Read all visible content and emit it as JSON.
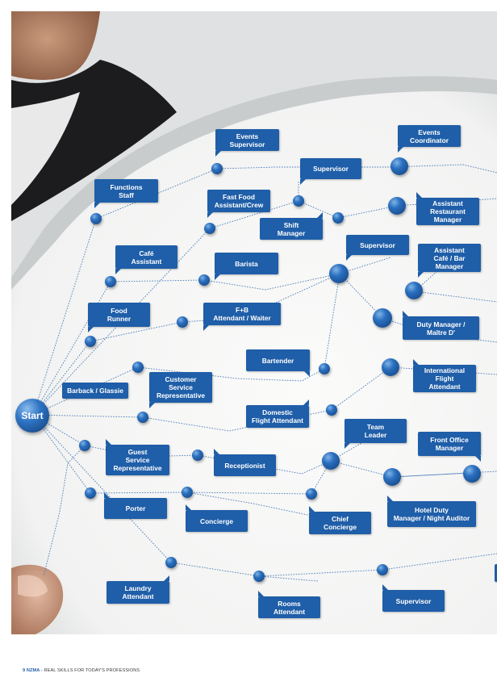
{
  "start_label": "Start",
  "footer": {
    "brand": "9 NZMA -",
    "tagline": " REAL SKILLS FOR TODAY'S PROFESSIONS"
  },
  "colors": {
    "accent": "#1f5ea8",
    "plate": "#f4f5f4",
    "line": "#4a79b8"
  },
  "roles": {
    "events_supervisor": "Events\nSupervisor",
    "events_coordinator": "Events\nCoordinator",
    "functions_staff": "Functions\nStaff",
    "supervisor_top": "Supervisor",
    "fast_food": "Fast Food\nAssistant/Crew",
    "asst_restaurant_manager": "Assistant\nRestaurant\nManager",
    "shift_manager": "Shift\nManager",
    "cafe_assistant": "Café\nAssistant",
    "barista": "Barista",
    "supervisor_mid": "Supervisor",
    "asst_cafe_bar_manager": "Assistant\nCafé / Bar\nManager",
    "food_runner": "Food\nRunner",
    "fb_attendant": "F+B\nAttendant / Waiter",
    "duty_manager": "Duty Manager /\nMaître D'",
    "bartender": "Bartender",
    "international_fa": "International\nFlight\nAttendant",
    "barback": "Barback / Glassie",
    "customer_service_rep": "Customer\nService\nRepresentative",
    "domestic_fa": "Domestic\nFlight Attendant",
    "team_leader": "Team\nLeader",
    "front_office_manager": "Front Office\nManager",
    "guest_service_rep": "Guest\nService\nRepresentative",
    "receptionist": "Receptionist",
    "porter": "Porter",
    "concierge": "Concierge",
    "chief_concierge": "Chief\nConcierge",
    "hotel_duty_manager": "Hotel Duty\nManager / Night Auditor",
    "laundry_attendant": "Laundry\nAttendant",
    "rooms_attendant": "Rooms\nAttendant",
    "supervisor_bottom": "Supervisor"
  }
}
